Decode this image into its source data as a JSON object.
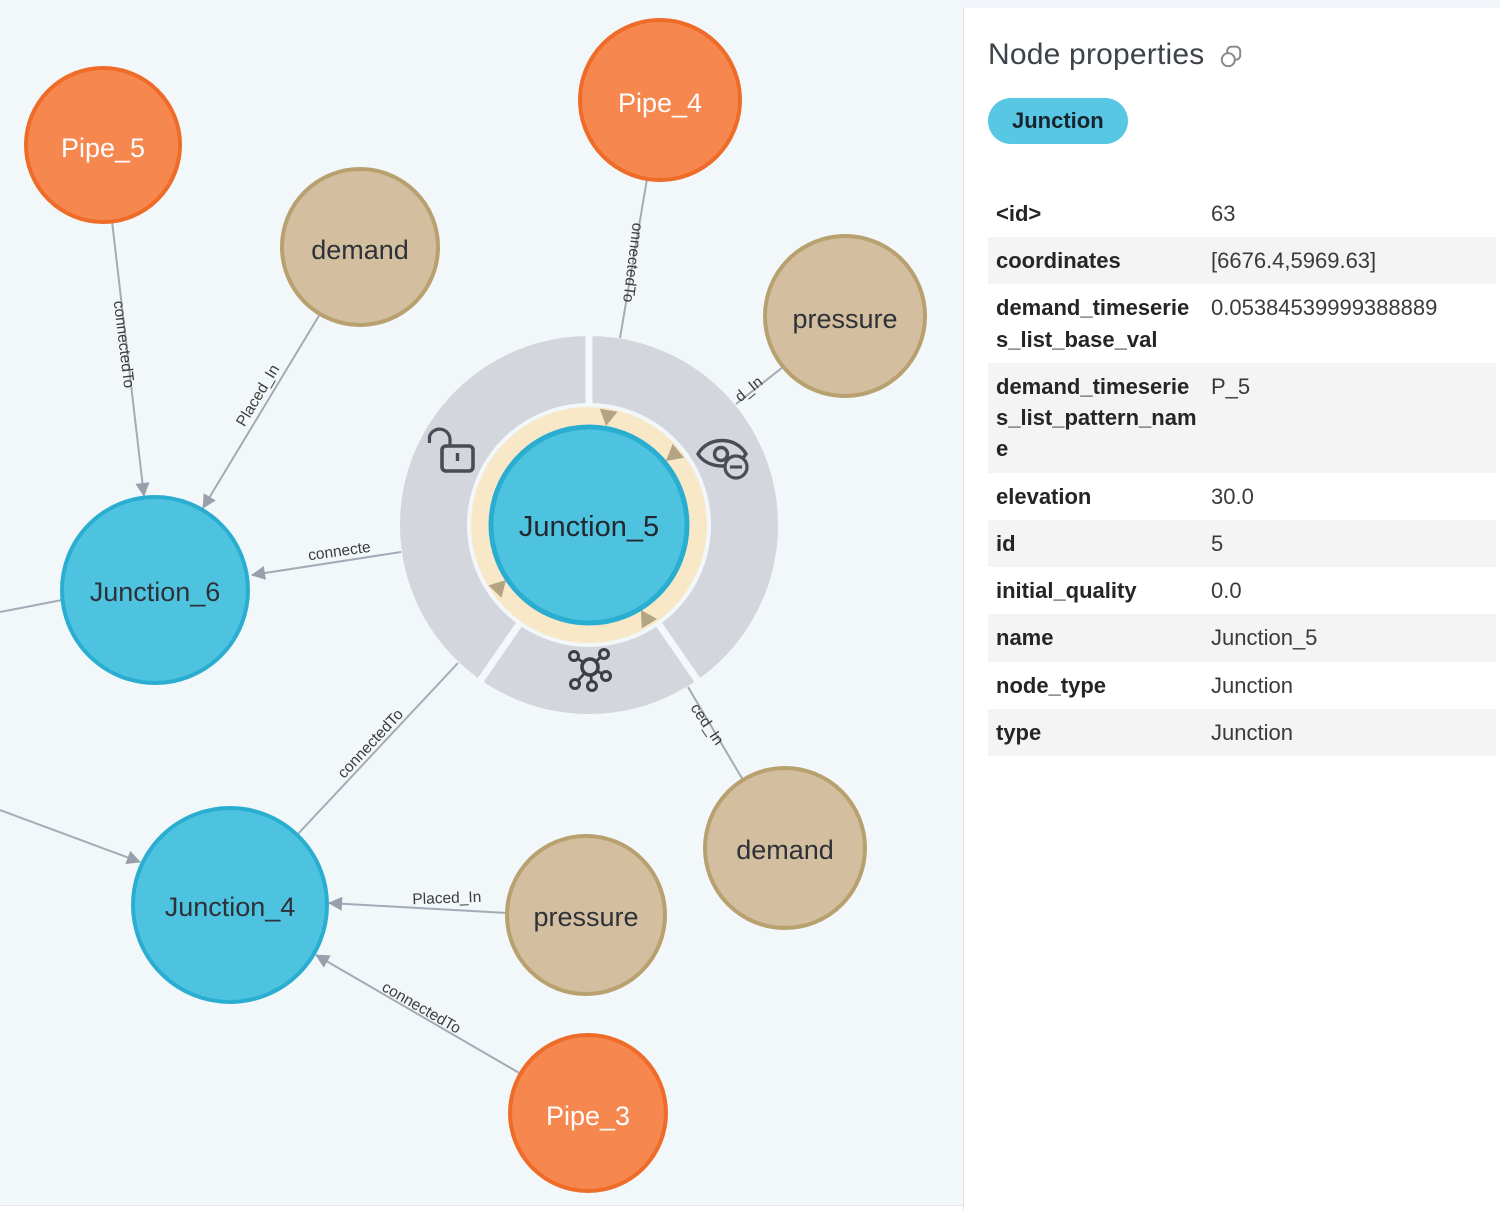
{
  "panel": {
    "title": "Node properties",
    "badge": "Junction",
    "properties": [
      {
        "key": "<id>",
        "value": "63"
      },
      {
        "key": "coordinates",
        "value": "[6676.4,5969.63]"
      },
      {
        "key": "demand_timeseries_list_base_val",
        "value": "0.05384539999388889"
      },
      {
        "key": "demand_timeseries_list_pattern_name",
        "value": "P_5"
      },
      {
        "key": "elevation",
        "value": "30.0"
      },
      {
        "key": "id",
        "value": "5"
      },
      {
        "key": "initial_quality",
        "value": "0.0"
      },
      {
        "key": "name",
        "value": "Junction_5"
      },
      {
        "key": "node_type",
        "value": "Junction"
      },
      {
        "key": "type",
        "value": "Junction"
      }
    ]
  },
  "graph": {
    "nodes": {
      "pipe_5": {
        "label": "Pipe_5",
        "type": "Pipe"
      },
      "demand_top": {
        "label": "demand",
        "type": "Attribute"
      },
      "pipe_4": {
        "label": "Pipe_4",
        "type": "Pipe"
      },
      "pressure_top": {
        "label": "pressure",
        "type": "Attribute"
      },
      "junction_6": {
        "label": "Junction_6",
        "type": "Junction"
      },
      "junction_5": {
        "label": "Junction_5",
        "type": "Junction",
        "selected": true
      },
      "junction_4": {
        "label": "Junction_4",
        "type": "Junction"
      },
      "pressure_bottom": {
        "label": "pressure",
        "type": "Attribute"
      },
      "demand_bottom": {
        "label": "demand",
        "type": "Attribute"
      },
      "pipe_3": {
        "label": "Pipe_3",
        "type": "Pipe"
      }
    },
    "edges": {
      "pipe5_to_junction6": {
        "label": "connectedTo"
      },
      "demandtop_to_junction6": {
        "label": "Placed_In"
      },
      "junction5_to_junction6": {
        "label": "connecte"
      },
      "pipe4_to_junction5": {
        "label": "onnectedTo"
      },
      "pressuretop_to_junction5": {
        "label": "d_In"
      },
      "demandbottom_to_junction5": {
        "label": "ced_In"
      },
      "junction4_to_junction5": {
        "label": "connectedTo"
      },
      "pressurebottom_to_junction4": {
        "label": "Placed_In"
      },
      "pipe3_to_junction4": {
        "label": "connectedTo"
      }
    }
  },
  "colors": {
    "junction_fill": "#4EC3E0",
    "junction_stroke": "#29AED1",
    "pipe_fill": "#F5874F",
    "pipe_stroke": "#EF6C28",
    "attribute_fill": "#D3BF9F",
    "attribute_stroke": "#B9A06F",
    "edge": "#A5ABB6",
    "selection_halo": "#F8E8C8",
    "radial_menu_ring": "#D3D6DC",
    "badge_bg": "#57C7E3",
    "graph_background": "#F2F7FA"
  }
}
